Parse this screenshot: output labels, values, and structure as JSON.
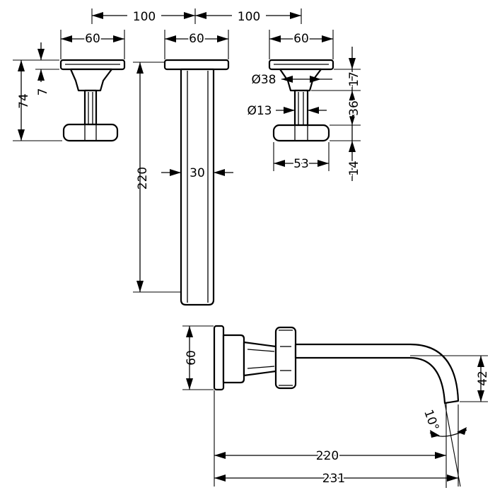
{
  "dimensions": {
    "top_spacing_left": "100",
    "top_spacing_right": "100",
    "width_left_handle": "60",
    "width_spout_plate": "60",
    "width_right_handle": "60",
    "height_handle": "74",
    "plate_thickness": "7",
    "diameter_neck": "Ø38",
    "diameter_stem": "Ø13",
    "dim_17": "17",
    "dim_36": "36",
    "dim_14": "14",
    "lever_width": "53",
    "spout_length_plan": "220",
    "spout_width": "30",
    "plate_height_side": "60",
    "spout_drop": "42",
    "spout_angle": "10°",
    "reach_220": "220",
    "reach_231": "231"
  }
}
